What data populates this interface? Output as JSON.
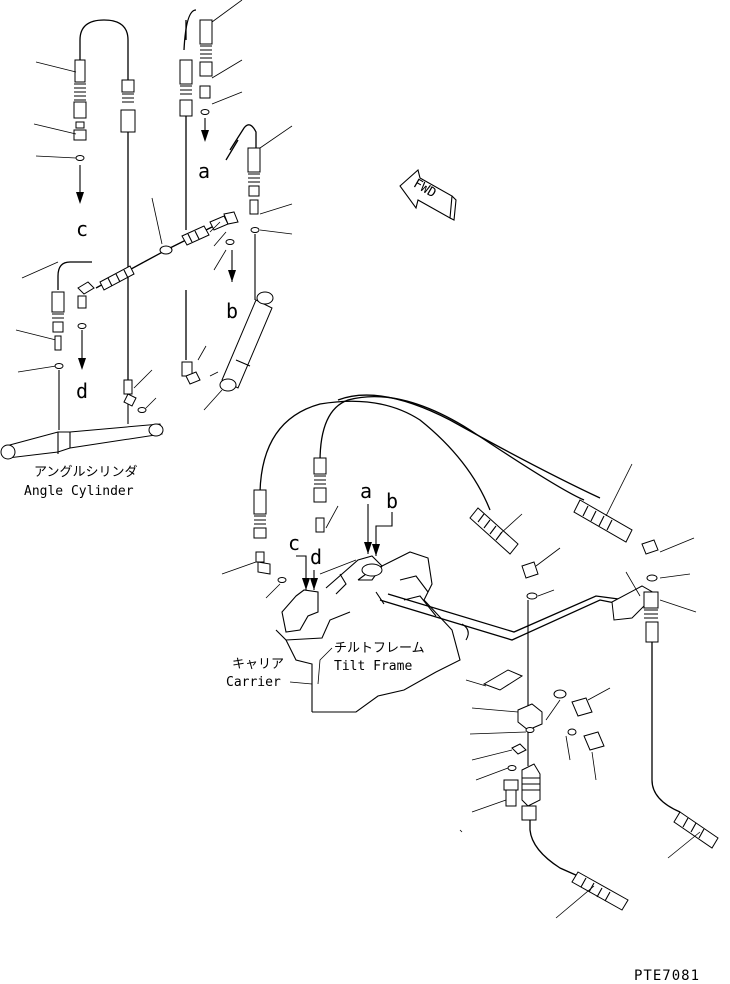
{
  "labels": {
    "a_left": "a",
    "b_left": "b",
    "c_left": "c",
    "d_left": "d",
    "a_right": "a",
    "b_right": "b",
    "c_right": "c",
    "d_right": "d"
  },
  "captions": {
    "angle_cylinder_jp": "アングルシリンダ",
    "angle_cylinder_en": "Angle Cylinder",
    "tilt_frame_jp": "チルトフレーム",
    "tilt_frame_en": "Tilt Frame",
    "carrier_jp": "キャリア",
    "carrier_en": "Carrier"
  },
  "fwd_label": "FWD",
  "drawing_number": "PTE7081"
}
